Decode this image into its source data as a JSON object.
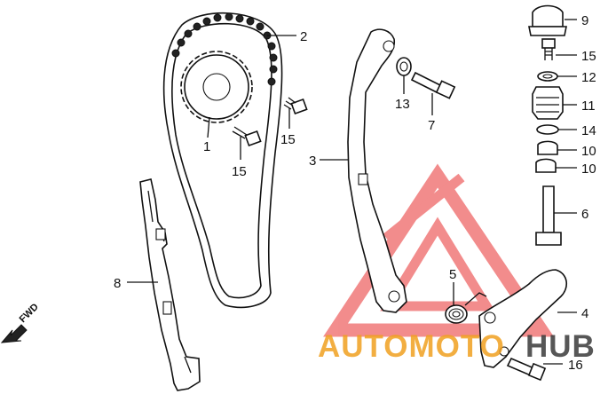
{
  "callouts": {
    "c1": "1",
    "c2": "2",
    "c3": "3",
    "c4": "4",
    "c5": "5",
    "c6": "6",
    "c7": "7",
    "c8": "8",
    "c9": "9",
    "c10a": "10",
    "c10b": "10",
    "c11": "11",
    "c12": "12",
    "c13": "13",
    "c14": "14",
    "c15a": "15",
    "c15b": "15",
    "c15c": "15",
    "c16": "16"
  },
  "direction_label": "FWD",
  "watermark": {
    "text_orange": "AUTOMOTO",
    "text_dark": "HUB",
    "color_triangle": "#f07070",
    "color_orange": "#f0a020",
    "color_dark": "#3a3a3a"
  }
}
